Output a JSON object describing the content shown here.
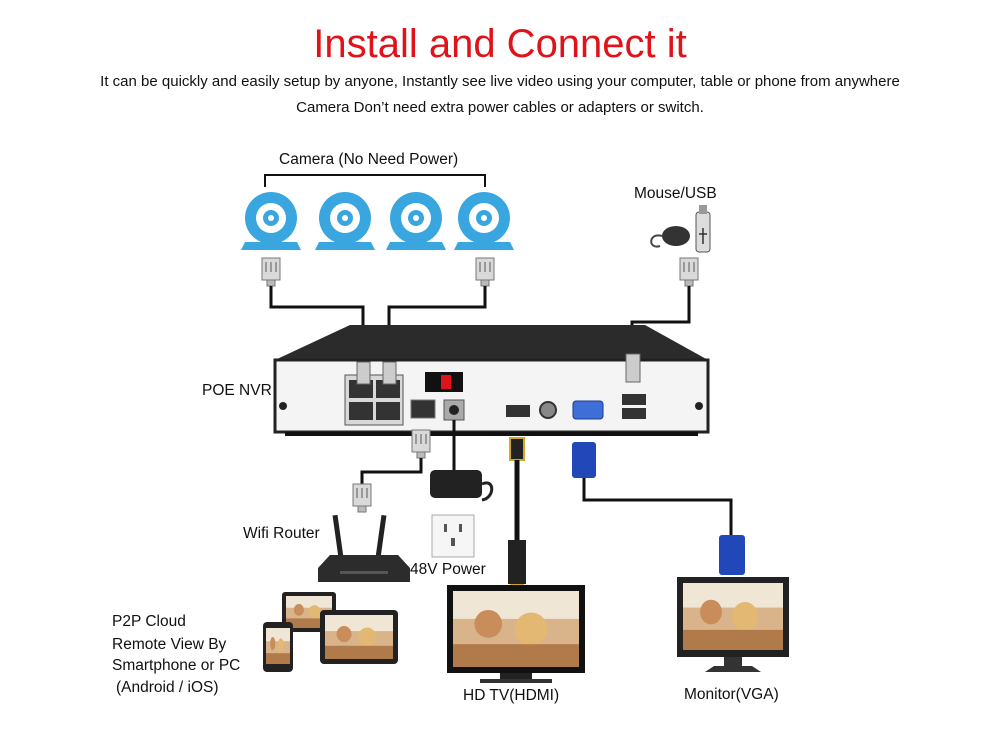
{
  "header": {
    "title": "Install and Connect it",
    "subtitle_line1": "It can be quickly and easily setup by anyone, Instantly see live video using your computer, table or phone from anywhere",
    "subtitle_line2": "Camera Don’t need extra power cables or adapters or switch."
  },
  "labels": {
    "cameras": "Camera (No Need Power)",
    "mouse_usb": "Mouse/USB",
    "nvr": "POE NVR",
    "wifi_router": "Wifi Router",
    "power": "48V Power",
    "p2p_line1": "P2P Cloud",
    "p2p_line2": "Remote View By",
    "p2p_line3": "Smartphone or PC",
    "p2p_line4": "(Android / iOS)",
    "hdtv": "HD TV(HDMI)",
    "monitor": "Monitor(VGA)"
  },
  "colors": {
    "accent_red": "#e0131b",
    "camera_blue": "#3aa6e0",
    "nvr_body": "#2b2b2b",
    "vga_blue": "#2247b8"
  },
  "icons": [
    "camera-icon",
    "mouse-icon",
    "usb-stick-icon",
    "rj45-plug-icon",
    "router-icon",
    "power-adapter-icon",
    "wall-socket-icon",
    "tablet-icon",
    "smartphone-icon",
    "tv-icon",
    "monitor-icon",
    "hdmi-plug-icon",
    "vga-plug-icon"
  ]
}
